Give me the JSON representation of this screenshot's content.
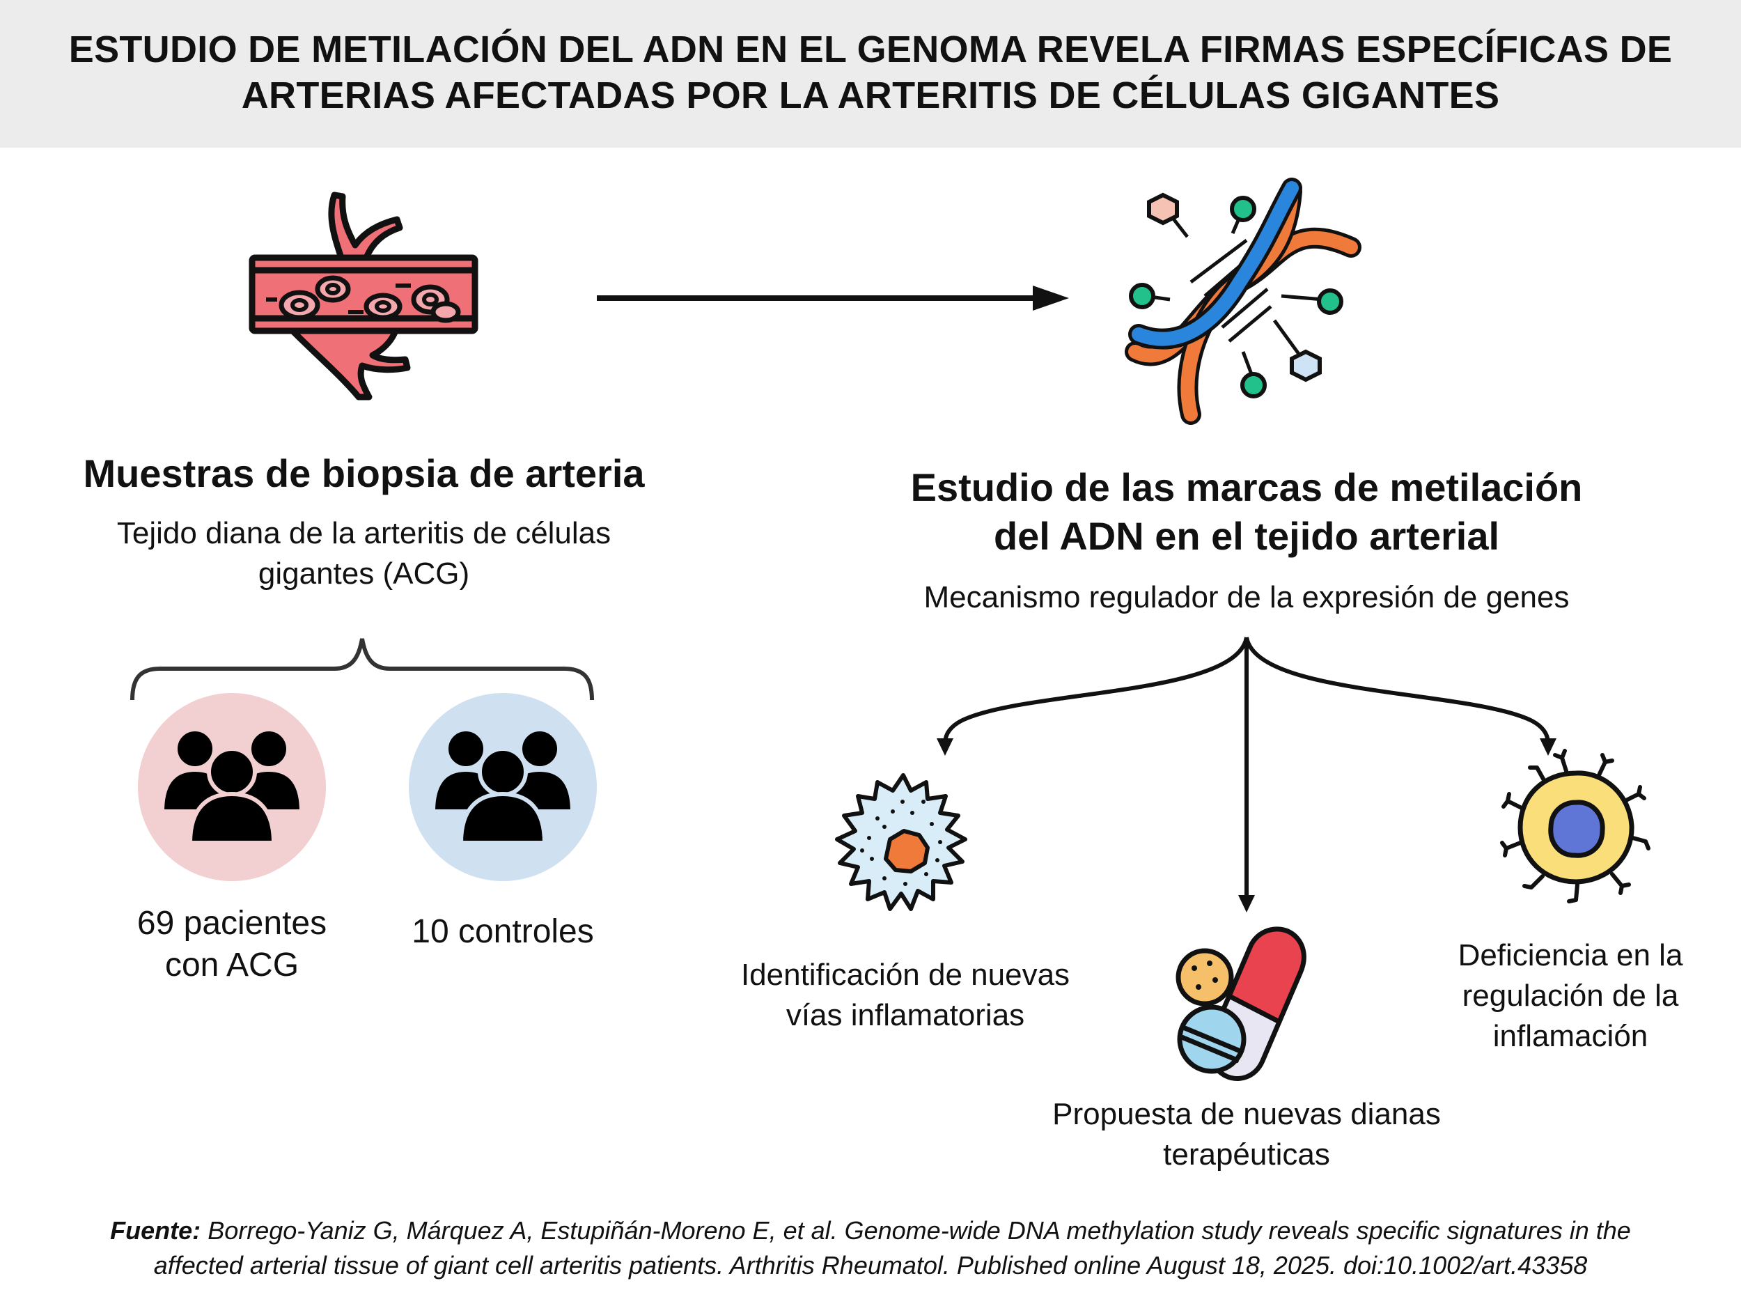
{
  "title": {
    "line1": "ESTUDIO DE METILACIÓN DEL ADN EN EL GENOMA REVELA FIRMAS ESPECÍFICAS DE",
    "line2": "ARTERIAS AFECTADAS POR LA ARTERITIS DE CÉLULAS GIGANTES"
  },
  "left": {
    "heading": "Muestras de biopsia de arteria",
    "subtitle_line1": "Tejido diana de la arteritis de células",
    "subtitle_line2": "gigantes (ACG)",
    "patients_line1": "69 pacientes",
    "patients_line2": "con ACG",
    "controls": "10 controles",
    "icons": [
      "artery-icon",
      "people-group-icon"
    ],
    "colors": {
      "patients_circle": "#f2cfd0",
      "controls_circle": "#cfe0f1",
      "artery": "#f07078"
    }
  },
  "right": {
    "heading_line1": "Estudio de las marcas de metilación",
    "heading_line2": "del ADN en el tejido arterial",
    "subtitle": "Mecanismo regulador de la expresión de genes",
    "icons": [
      "dna-icon",
      "inflammatory-cell-icon",
      "pills-icon",
      "immune-cell-icon"
    ],
    "outcomes": {
      "inflammatory_line1": "Identificación de nuevas",
      "inflammatory_line2": "vías inflamatorias",
      "targets_line1": "Propuesta de nuevas dianas",
      "targets_line2": "terapéuticas",
      "regulation_line1": "Deficiencia en la",
      "regulation_line2": "regulación de la",
      "regulation_line3": "inflamación"
    }
  },
  "footer": {
    "label": "Fuente:",
    "line1": "Borrego-Yaniz G, Márquez A, Estupiñán-Moreno E, et al. Genome-wide DNA methylation study reveals specific signatures in the",
    "line2": "affected arterial tissue of giant cell arteritis patients. Arthritis Rheumatol. Published online August 18, 2025. doi:10.1002/art.43358"
  }
}
